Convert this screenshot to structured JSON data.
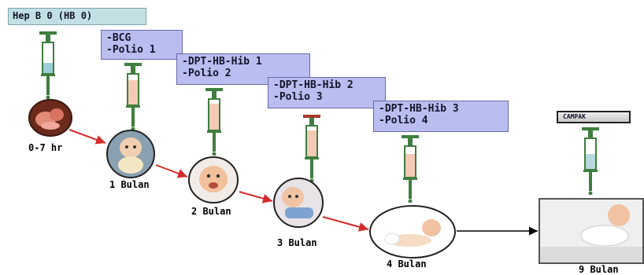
{
  "vaccines": {
    "hep_b0": "Hep B 0 (HB 0)",
    "v1": [
      "-BCG",
      "-Polio 1"
    ],
    "v2": [
      "-DPT-HB-Hib 1",
      "-Polio 2"
    ],
    "v3": [
      "-DPT-HB-Hib 2",
      "-Polio 3"
    ],
    "v4": [
      "-DPT-HB-Hib 3",
      "-Polio 4"
    ],
    "campak": "CAMPAK"
  },
  "ages": [
    "0-7 hr",
    "1 Bulan",
    "2 Bulan",
    "3 Bulan",
    "4 Bulan",
    "9 Bulan"
  ],
  "colors": {
    "label_box": "#b9bdf0",
    "hep_box": "#c2e0e3",
    "arrow_red": "#d42a2a",
    "syringe_green": "#3f7e3f",
    "syringe_red": "#a23b2b"
  }
}
